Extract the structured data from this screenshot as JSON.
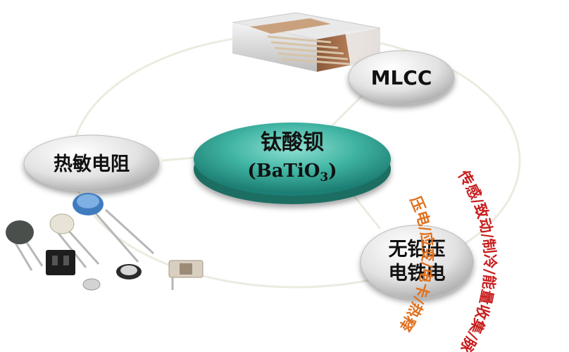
{
  "center": {
    "line1": "钛酸钡",
    "line2_main": "(BaTiO",
    "line2_sub": "3",
    "line2_end": ")",
    "color": "#2a9e90"
  },
  "nodes": {
    "mlcc": "MLCC",
    "thermistor": "热敏电阻",
    "leadfree_line1": "无铅压",
    "leadfree_line2": "电铁电"
  },
  "arc_labels": {
    "outer": "传感/致动/制冷/能量收集/脉冲……",
    "inner": "压电/应变/电卡/热释电/储能……"
  },
  "colors": {
    "outer_arc": "#c81e1e",
    "inner_arc": "#e06f1c",
    "ring": "#ecebe0"
  }
}
